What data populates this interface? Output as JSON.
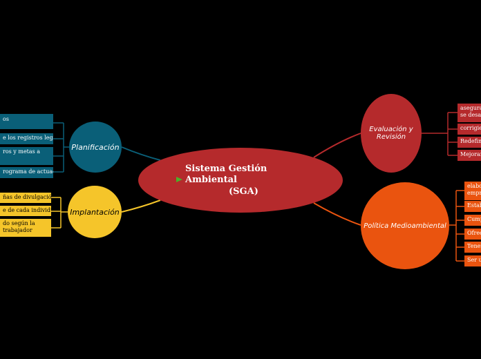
{
  "root": {
    "title_line1": "Sistema Gestión",
    "title_line2": "Ambiental",
    "title_line3": "(SGA)"
  },
  "branches": {
    "planificacion": {
      "label": "Planificación",
      "color": "#0a5f78",
      "items": [
        "os",
        "e los registros legales",
        "ros y metas a",
        "rograma de actuación"
      ]
    },
    "implantacion": {
      "label": "Implantación",
      "color": "#f5c52a",
      "items": [
        "ñas de divulgación",
        "e de cada individuo",
        "do según la",
        "trabajador"
      ]
    },
    "evaluacion": {
      "label": "Evaluación y Revisión",
      "color": "#b52a2c",
      "items": [
        "asegura",
        "se desarr",
        "corrigien",
        "Redefinir",
        "Mejorar"
      ]
    },
    "politica": {
      "label": "Política Medioambiental",
      "color": "#ea540f",
      "items": [
        "elabo",
        "empr",
        "Estab",
        "Cump",
        "Ofrec",
        "Tener",
        "Ser u"
      ]
    }
  }
}
